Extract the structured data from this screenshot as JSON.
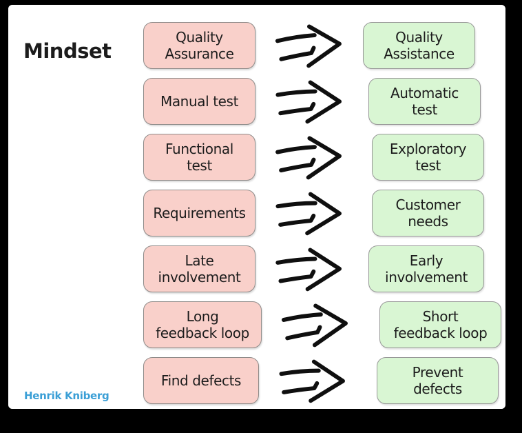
{
  "title": "Mindset",
  "credit": "Henrik Kniberg",
  "colors": {
    "frame_bg": "#000000",
    "panel_bg": "#ffffff",
    "text": "#1c1c1c",
    "from_fill": "#f9d0ca",
    "from_border": "#8f8b89",
    "to_fill": "#d9f6d3",
    "to_border": "#989898",
    "arrow": "#0f0f0f",
    "credit": "#3b9fd6"
  },
  "rows": [
    {
      "from": "Quality\nAssurance",
      "to": "Quality\nAssistance"
    },
    {
      "from": "Manual test",
      "to": "Automatic\ntest"
    },
    {
      "from": "Functional\ntest",
      "to": "Exploratory\ntest"
    },
    {
      "from": "Requirements",
      "to": "Customer\nneeds"
    },
    {
      "from": "Late\ninvolvement",
      "to": "Early\ninvolvement"
    },
    {
      "from": "Long\nfeedback loop",
      "to": "Short\nfeedback loop"
    },
    {
      "from": "Find defects",
      "to": "Prevent\ndefects"
    }
  ],
  "arrow_icon": "right-arrow"
}
